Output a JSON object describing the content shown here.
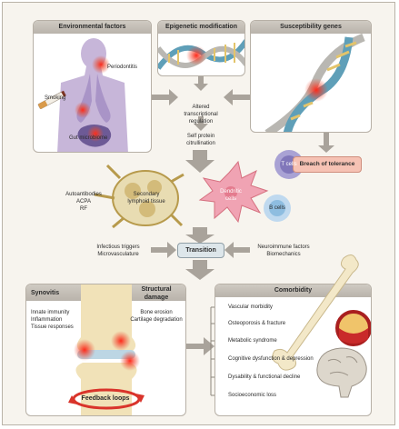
{
  "environmental": {
    "title": "Environmental factors",
    "periodontitis": "Periodontitis",
    "smoking": "Smoking",
    "gut_microbiome": "Gut microbiome"
  },
  "epigenetic": {
    "title": "Epigenetic modification"
  },
  "susceptibility": {
    "title": "Susceptibility genes"
  },
  "flow": {
    "altered_line1": "Altered",
    "altered_line2": "transcriptional",
    "altered_line3": "regulation",
    "citrul_line1": "Self protein",
    "citrul_line2": "citrullination",
    "breach": "Breach of tolerance",
    "auto_line1": "Autoantibodies",
    "auto_line2": "ACPA",
    "auto_line3": "RF",
    "lymph_line1": "Secondary",
    "lymph_line2": "lymphoid tissue",
    "dendritic_line1": "Dendritic",
    "dendritic_line2": "cells",
    "tcells": "T cells",
    "bcells": "B cells",
    "infect_line1": "Infectious triggers",
    "infect_line2": "Microvasculature",
    "transition": "Transition",
    "neuro_line1": "Neuroimmune factors",
    "neuro_line2": "Biomechanics"
  },
  "joint": {
    "synovitis": "Synovitis",
    "structural_line1": "Structural",
    "structural_line2": "damage",
    "innate": "Innate immunity",
    "inflammation": "Inflammation",
    "tissue": "Tissue responses",
    "bone_erosion": "Bone erosion",
    "cartilage": "Cartilage degradation",
    "feedback": "Feedback loops"
  },
  "comorbidity": {
    "title": "Comorbidity",
    "items": [
      "Vascular morbidity",
      "Osteoporosis & fracture",
      "Metabolic syndrome",
      "Cognitive dysfunction & depression",
      "Dysability & functional decline",
      "Socioeconomic loss"
    ]
  },
  "colors": {
    "accent_red": "#d9342b",
    "breach_fill": "#f6c2b4",
    "arrow_gray": "#a9a39b",
    "header_gray": "#c4bfb7"
  }
}
